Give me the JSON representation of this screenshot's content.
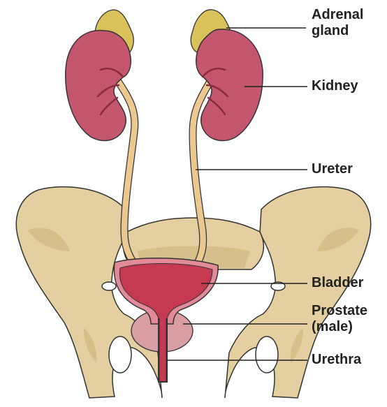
{
  "labels": {
    "adrenal_line1": "Adrenal",
    "adrenal_line2": "gland",
    "kidney": "Kidney",
    "ureter": "Ureter",
    "bladder": "Bladder",
    "prostate_line1": "Prostate",
    "prostate_line2": "(male)",
    "urethra": "Urethra"
  },
  "colors": {
    "bone": "#e3cf9f",
    "bone_shade": "#c7aa73",
    "kidney": "#c4576e",
    "kidney_dark": "#8a2a40",
    "adrenal": "#d9c25a",
    "ureter": "#ecc891",
    "bladder": "#c53a50",
    "prostate": "#d99ea3",
    "outline": "#333333"
  }
}
